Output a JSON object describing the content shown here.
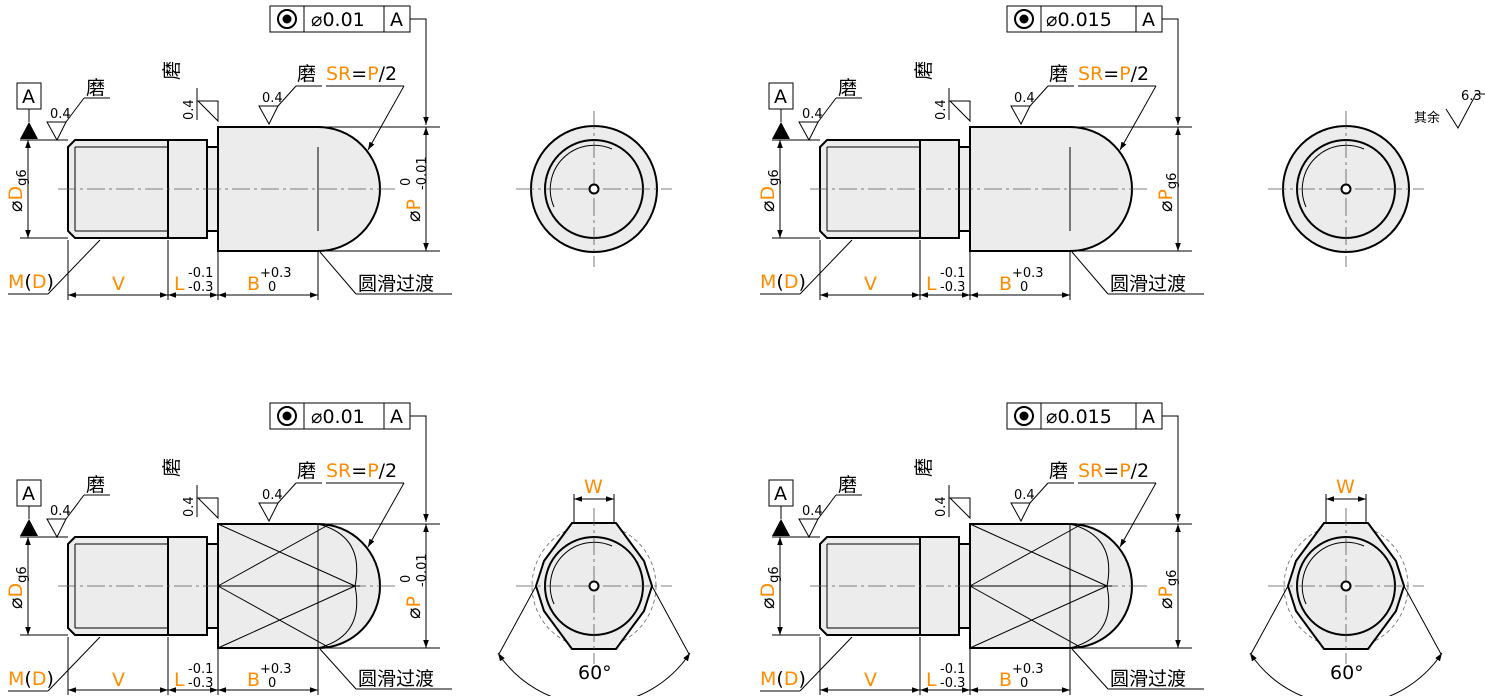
{
  "colors": {
    "line": "#000000",
    "body_fill": "#ececec",
    "param_text": "#ff8c00",
    "center_line": "#555555"
  },
  "views": [
    {
      "tolerance_frame": {
        "symbol": "concentricity-icon",
        "value": "⌀0.01",
        "datum": "A"
      },
      "datum_label": "A",
      "grind": "磨",
      "roughness": "0.4",
      "sr_label": {
        "sr": "SR",
        "eq": "=",
        "p": "P",
        "div": "/2"
      },
      "dim_shank": {
        "sym": "⌀",
        "letter": "D",
        "sub": "g6"
      },
      "dim_head": {
        "sym": "⌀",
        "letter": "P",
        "upper": "0",
        "lower": "-0.01"
      },
      "thread": {
        "m": "M",
        "open": "(",
        "d": "D",
        "close": ")"
      },
      "v_label": "V",
      "l_dim": {
        "letter": "L",
        "upper": "-0.1",
        "lower": "-0.3"
      },
      "b_dim": {
        "letter": "B",
        "upper": "+0.3",
        "lower": "0"
      },
      "transition": "圆滑过渡"
    },
    {
      "tolerance_frame": {
        "symbol": "concentricity-icon",
        "value": "⌀0.015",
        "datum": "A"
      },
      "datum_label": "A",
      "grind": "磨",
      "roughness": "0.4",
      "sr_label": {
        "sr": "SR",
        "eq": "=",
        "p": "P",
        "div": "/2"
      },
      "dim_shank": {
        "sym": "⌀",
        "letter": "D",
        "sub": "g6"
      },
      "dim_head": {
        "sym": "⌀",
        "letter": "P",
        "sub": "g6"
      },
      "thread": {
        "m": "M",
        "open": "(",
        "d": "D",
        "close": ")"
      },
      "v_label": "V",
      "l_dim": {
        "letter": "L",
        "upper": "-0.1",
        "lower": "-0.3"
      },
      "b_dim": {
        "letter": "B",
        "upper": "+0.3",
        "lower": "0"
      },
      "transition": "圆滑过渡"
    },
    {
      "tolerance_frame": {
        "symbol": "concentricity-icon",
        "value": "⌀0.01",
        "datum": "A"
      },
      "datum_label": "A",
      "grind": "磨",
      "roughness": "0.4",
      "sr_label": {
        "sr": "SR",
        "eq": "=",
        "p": "P",
        "div": "/2"
      },
      "dim_shank": {
        "sym": "⌀",
        "letter": "D",
        "sub": "g6"
      },
      "dim_head": {
        "sym": "⌀",
        "letter": "P",
        "upper": "0",
        "lower": "-0.01"
      },
      "thread": {
        "m": "M",
        "open": "(",
        "d": "D",
        "close": ")"
      },
      "v_label": "V",
      "l_dim": {
        "letter": "L",
        "upper": "-0.1",
        "lower": "-0.3"
      },
      "b_dim": {
        "letter": "B",
        "upper": "+0.3",
        "lower": "0"
      },
      "transition": "圆滑过渡"
    },
    {
      "tolerance_frame": {
        "symbol": "concentricity-icon",
        "value": "⌀0.015",
        "datum": "A"
      },
      "datum_label": "A",
      "grind": "磨",
      "roughness": "0.4",
      "sr_label": {
        "sr": "SR",
        "eq": "=",
        "p": "P",
        "div": "/2"
      },
      "dim_shank": {
        "sym": "⌀",
        "letter": "D",
        "sub": "g6"
      },
      "dim_head": {
        "sym": "⌀",
        "letter": "P",
        "sub": "g6"
      },
      "thread": {
        "m": "M",
        "open": "(",
        "d": "D",
        "close": ")"
      },
      "v_label": "V",
      "l_dim": {
        "letter": "L",
        "upper": "-0.1",
        "lower": "-0.3"
      },
      "b_dim": {
        "letter": "B",
        "upper": "+0.3",
        "lower": "0"
      },
      "transition": "圆滑过渡"
    }
  ],
  "end_views": [
    {
      "type": "round"
    },
    {
      "type": "round"
    },
    {
      "type": "flat",
      "w_label": "W",
      "angle": "60°"
    },
    {
      "type": "flat",
      "w_label": "W",
      "angle": "60°"
    }
  ],
  "general_roughness": {
    "label": "其余",
    "value": "6.3"
  }
}
